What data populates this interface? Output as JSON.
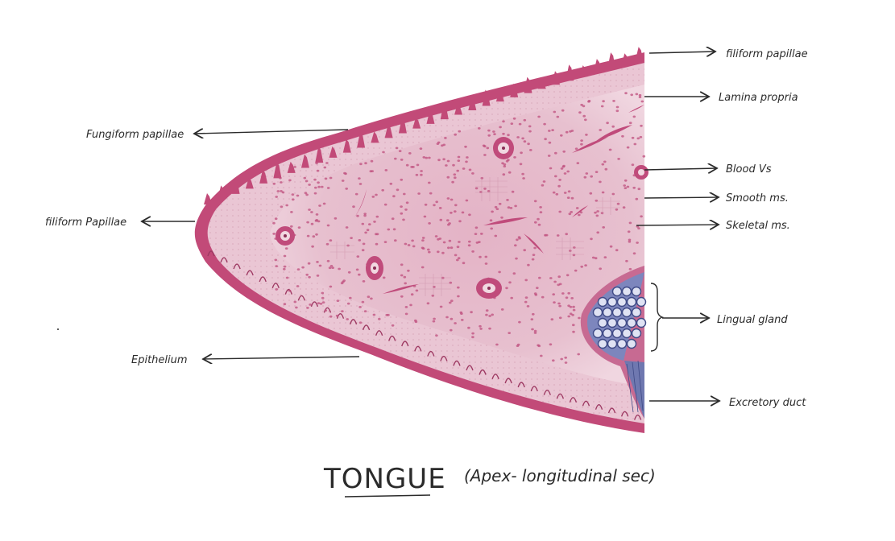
{
  "labels": {
    "filiform_top": "filiform papillae",
    "lamina_propria": "Lamina propria",
    "blood_vs": "Blood Vs",
    "smooth_ms": "Smooth ms.",
    "skeletal_ms": "Skeletal ms.",
    "lingual_gland": "Lingual gland",
    "excretory_duct": "Excretory duct",
    "fungiform": "Fungiform papillae",
    "filiform_left": "filiform Papillae",
    "epithelium": "Epithelium"
  },
  "title": {
    "main": "TONGUE",
    "sub": "(Apex- longitudinal sec)"
  },
  "colors": {
    "epithelium": "#c24a78",
    "tissue": "#e6bccb",
    "tissue_light": "#f1d8e1",
    "muscle": "#c85c86",
    "gland": "#6f78b0",
    "ink": "#2b2b2b"
  }
}
